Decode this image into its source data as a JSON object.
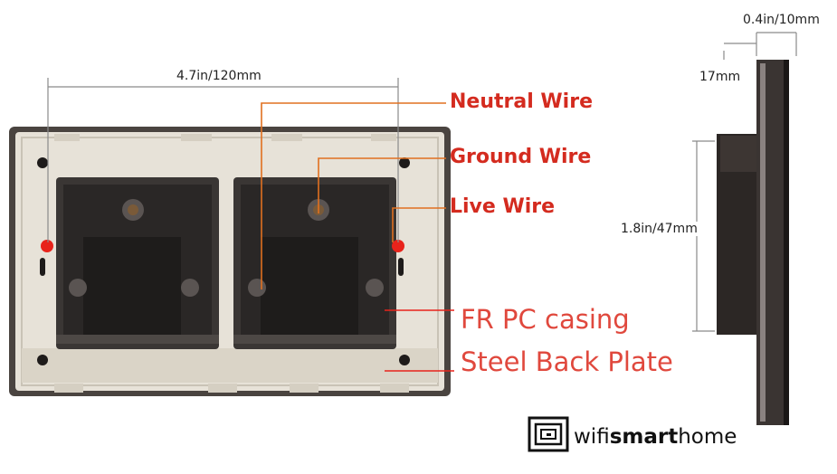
{
  "dimensions": {
    "width_label": "4.7in/120mm",
    "depth_label": "0.4in/10mm",
    "inset_label": "17mm",
    "height_label": "1.8in/47mm"
  },
  "wire_labels": {
    "neutral": "Neutral Wire",
    "ground": "Ground Wire",
    "live": "Live Wire"
  },
  "material_labels": {
    "casing": "FR PC casing",
    "plate": "Steel Back Plate"
  },
  "brand": {
    "part1": "wifi",
    "part2": "smart",
    "part3": "home",
    "icon": "wifi-box-logo-icon"
  },
  "colors": {
    "label_red": "#d42b1f",
    "plate_frame": "#4a4440",
    "plate_face": "#e7e2d8",
    "socket_body": "#3a3634",
    "marker_red": "#e8231b"
  }
}
